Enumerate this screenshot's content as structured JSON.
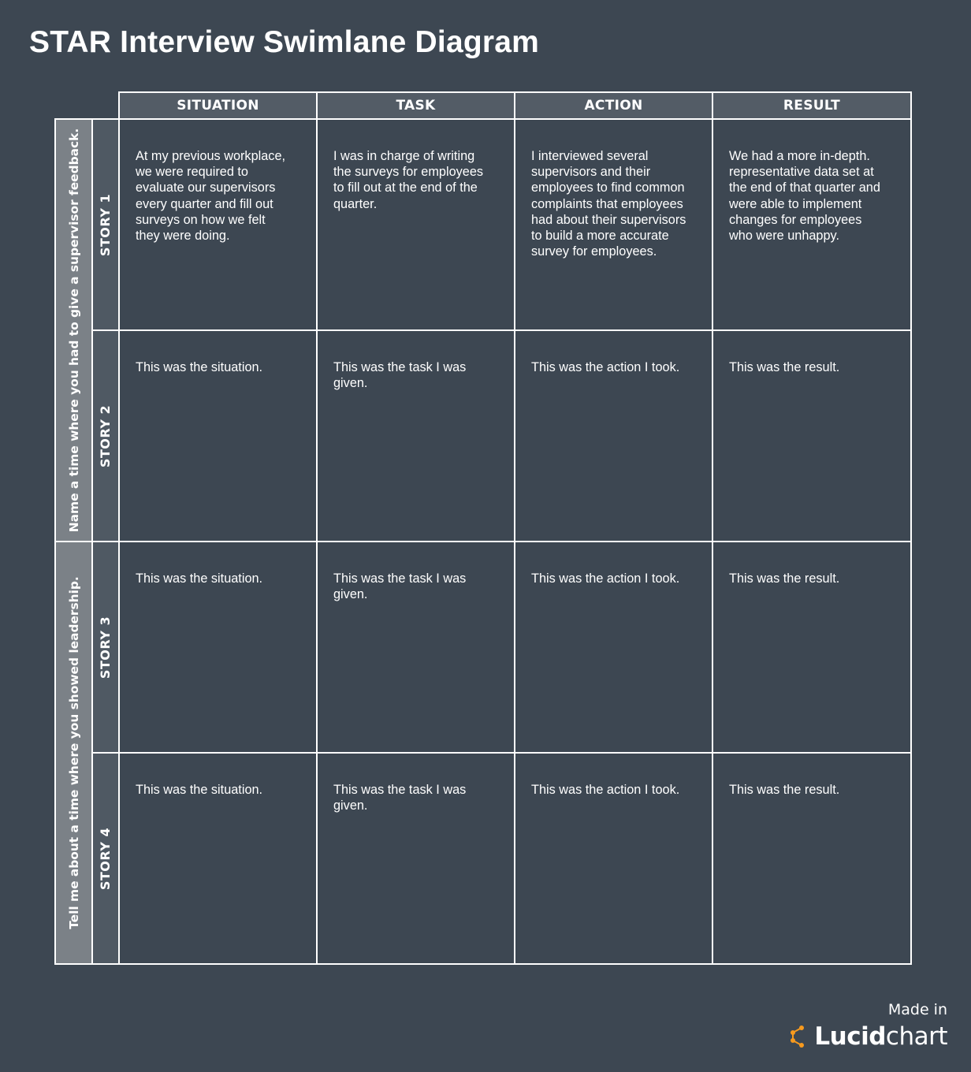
{
  "title": "STAR Interview Swimlane Diagram",
  "columns": [
    "SITUATION",
    "TASK",
    "ACTION",
    "RESULT"
  ],
  "lanes": [
    "Name a time where you had to give a supervisor feedback.",
    "Tell me about a time where you showed leadership."
  ],
  "stories": [
    {
      "label": "STORY 1",
      "cells": [
        "At my previous workplace, we were required to evaluate our supervisors every quarter and fill out surveys on how we felt they were doing.",
        "I was in charge of writing the surveys for employees to fill out at the end of the quarter.",
        "I interviewed several supervisors and their employees to find common complaints that employees had about their supervisors to build a more accurate survey for employees.",
        "We had a more in-depth. representative data set at the end of that quarter and were able to implement changes for employees who were unhappy."
      ]
    },
    {
      "label": "STORY 2",
      "cells": [
        "This was the situation.",
        "This was the task I was given.",
        "This was the action I took.",
        "This was the result."
      ]
    },
    {
      "label": "STORY 3",
      "cells": [
        "This was the situation.",
        "This was the task I was given.",
        "This was the action I took.",
        "This was the result."
      ]
    },
    {
      "label": "STORY 4",
      "cells": [
        "This was the situation.",
        "This was the task I was given.",
        "This was the action I took.",
        "This was the result."
      ]
    }
  ],
  "footer": {
    "made_in": "Made in",
    "brand_bold": "Lucid",
    "brand_light": "chart"
  },
  "colors": {
    "background": "#3d4752",
    "header_fill": "#535c66",
    "lane_fill": "#7b8187",
    "story_fill": "#4f5963",
    "accent": "#f79a1e"
  }
}
